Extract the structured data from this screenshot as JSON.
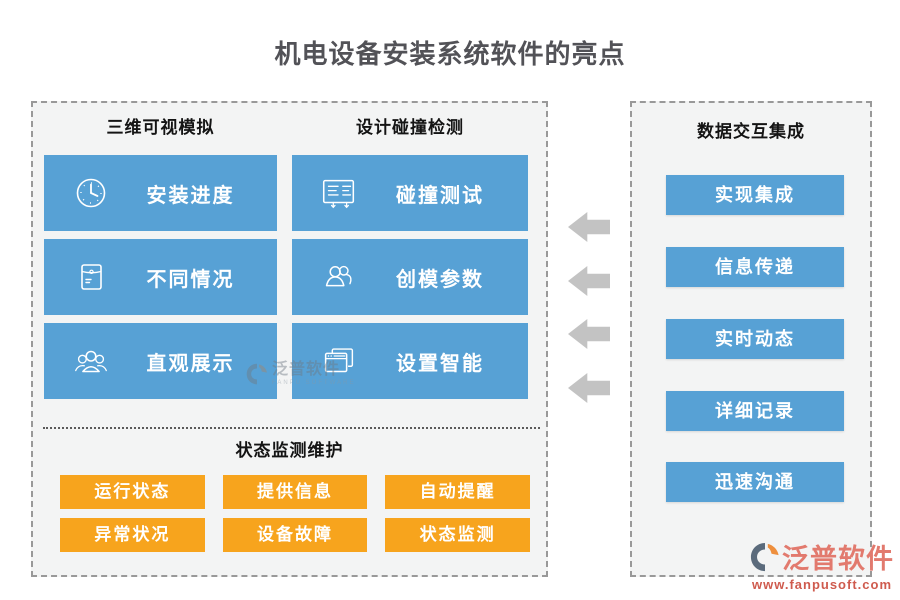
{
  "title": "机电设备安装系统软件的亮点",
  "left_panel": {
    "columns": [
      {
        "header": "三维可视模拟",
        "items": [
          {
            "icon": "clock-icon",
            "label": "安装进度"
          },
          {
            "icon": "envelope-icon",
            "label": "不同情况"
          },
          {
            "icon": "people-group-icon",
            "label": "直观展示"
          }
        ]
      },
      {
        "header": "设计碰撞检测",
        "items": [
          {
            "icon": "board-icon",
            "label": "碰撞测试"
          },
          {
            "icon": "two-people-icon",
            "label": "创模参数"
          },
          {
            "icon": "windows-icon",
            "label": "设置智能"
          }
        ]
      }
    ],
    "maintenance": {
      "header": "状态监测维护",
      "buttons": [
        "运行状态",
        "提供信息",
        "自动提醒",
        "异常状况",
        "设备故障",
        "状态监测"
      ]
    }
  },
  "right_panel": {
    "header": "数据交互集成",
    "buttons": [
      "实现集成",
      "信息传递",
      "实时动态",
      "详细记录",
      "迅速沟通"
    ]
  },
  "watermark": {
    "logo_text": "泛普软件",
    "logo_subtext": "FANPU SOFTWARE"
  },
  "branding": {
    "logo_text": "泛普软件",
    "website": "www.fanpusoft.com"
  },
  "colors": {
    "blue": "#57a1d5",
    "orange": "#f7a41d",
    "panel-bg": "#f3f4f4",
    "border-gray": "#999999",
    "arrow": "#c3c3c3",
    "title-color": "#525257",
    "header-color": "#141414",
    "salmon": "#e27a6e",
    "url-color": "#cf5b4e",
    "slate": "#5b6b7c",
    "logo-orange": "#ee8f3d"
  }
}
